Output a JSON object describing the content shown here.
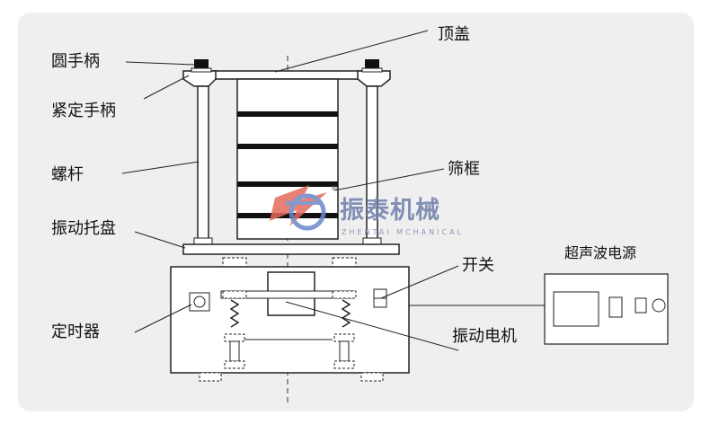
{
  "labels": {
    "round_handle": "圆手柄",
    "tighten_handle": "紧定手柄",
    "screw_rod": "螺杆",
    "vibration_tray": "振动托盘",
    "timer": "定时器",
    "top_cover": "顶盖",
    "sieve_frame": "筛框",
    "switch": "开关",
    "vibration_motor": "振动电机",
    "ultrasonic_power": "超声波电源"
  },
  "watermark": {
    "text": "振泰机械",
    "sub": "ZHENTAI MCHANICAL",
    "reg_mark": "®"
  }
}
